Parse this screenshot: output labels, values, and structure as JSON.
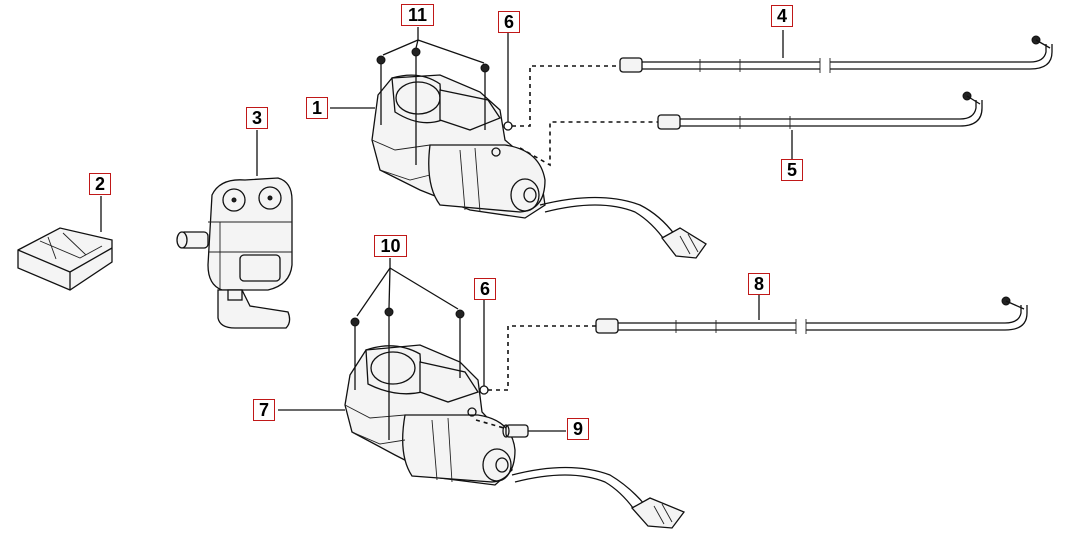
{
  "diagram": {
    "callouts": [
      {
        "id": "c1",
        "label": "1"
      },
      {
        "id": "c2",
        "label": "2"
      },
      {
        "id": "c3",
        "label": "3"
      },
      {
        "id": "c4",
        "label": "4"
      },
      {
        "id": "c5",
        "label": "5"
      },
      {
        "id": "c6a",
        "label": "6"
      },
      {
        "id": "c6b",
        "label": "6"
      },
      {
        "id": "c7",
        "label": "7"
      },
      {
        "id": "c8",
        "label": "8"
      },
      {
        "id": "c9",
        "label": "9"
      },
      {
        "id": "c10",
        "label": "10"
      },
      {
        "id": "c11",
        "label": "11"
      }
    ],
    "callout_border_color": "#c01818",
    "line_color": "#111111"
  }
}
